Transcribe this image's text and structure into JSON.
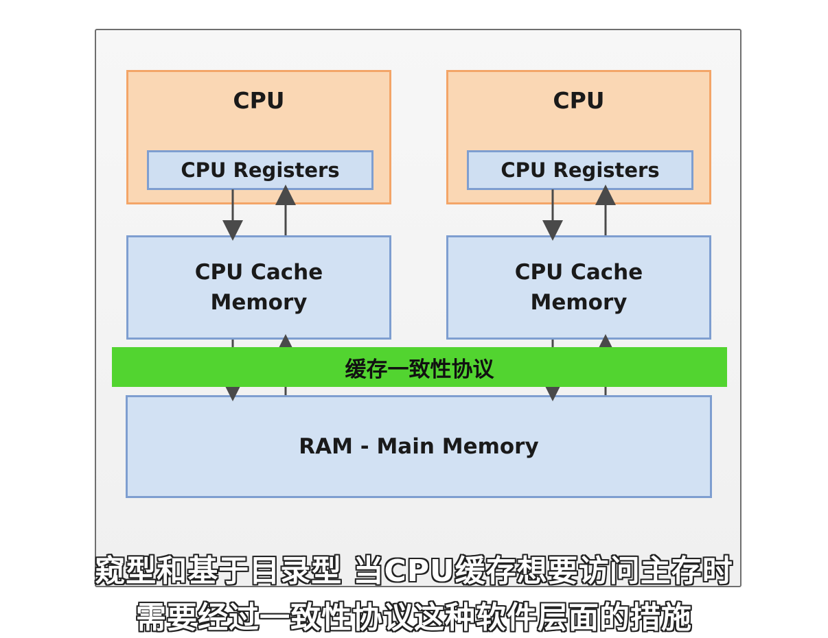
{
  "diagram": {
    "cpus": [
      {
        "title": "CPU",
        "registers": "CPU Registers",
        "cache_line1": "CPU Cache",
        "cache_line2": "Memory"
      },
      {
        "title": "CPU",
        "registers": "CPU Registers",
        "cache_line1": "CPU Cache",
        "cache_line2": "Memory"
      }
    ],
    "protocol_label": "缓存一致性协议",
    "ram_label": "RAM - Main Memory"
  },
  "subtitles": {
    "line1": "窥型和基于目录型 当CPU缓存想要访问主存时",
    "line2": "需要经过一致性协议这种软件层面的措施"
  },
  "colors": {
    "cpu_fill": "#fad7b4",
    "memory_fill": "#d2e1f3",
    "protocol_fill": "#52d430"
  }
}
